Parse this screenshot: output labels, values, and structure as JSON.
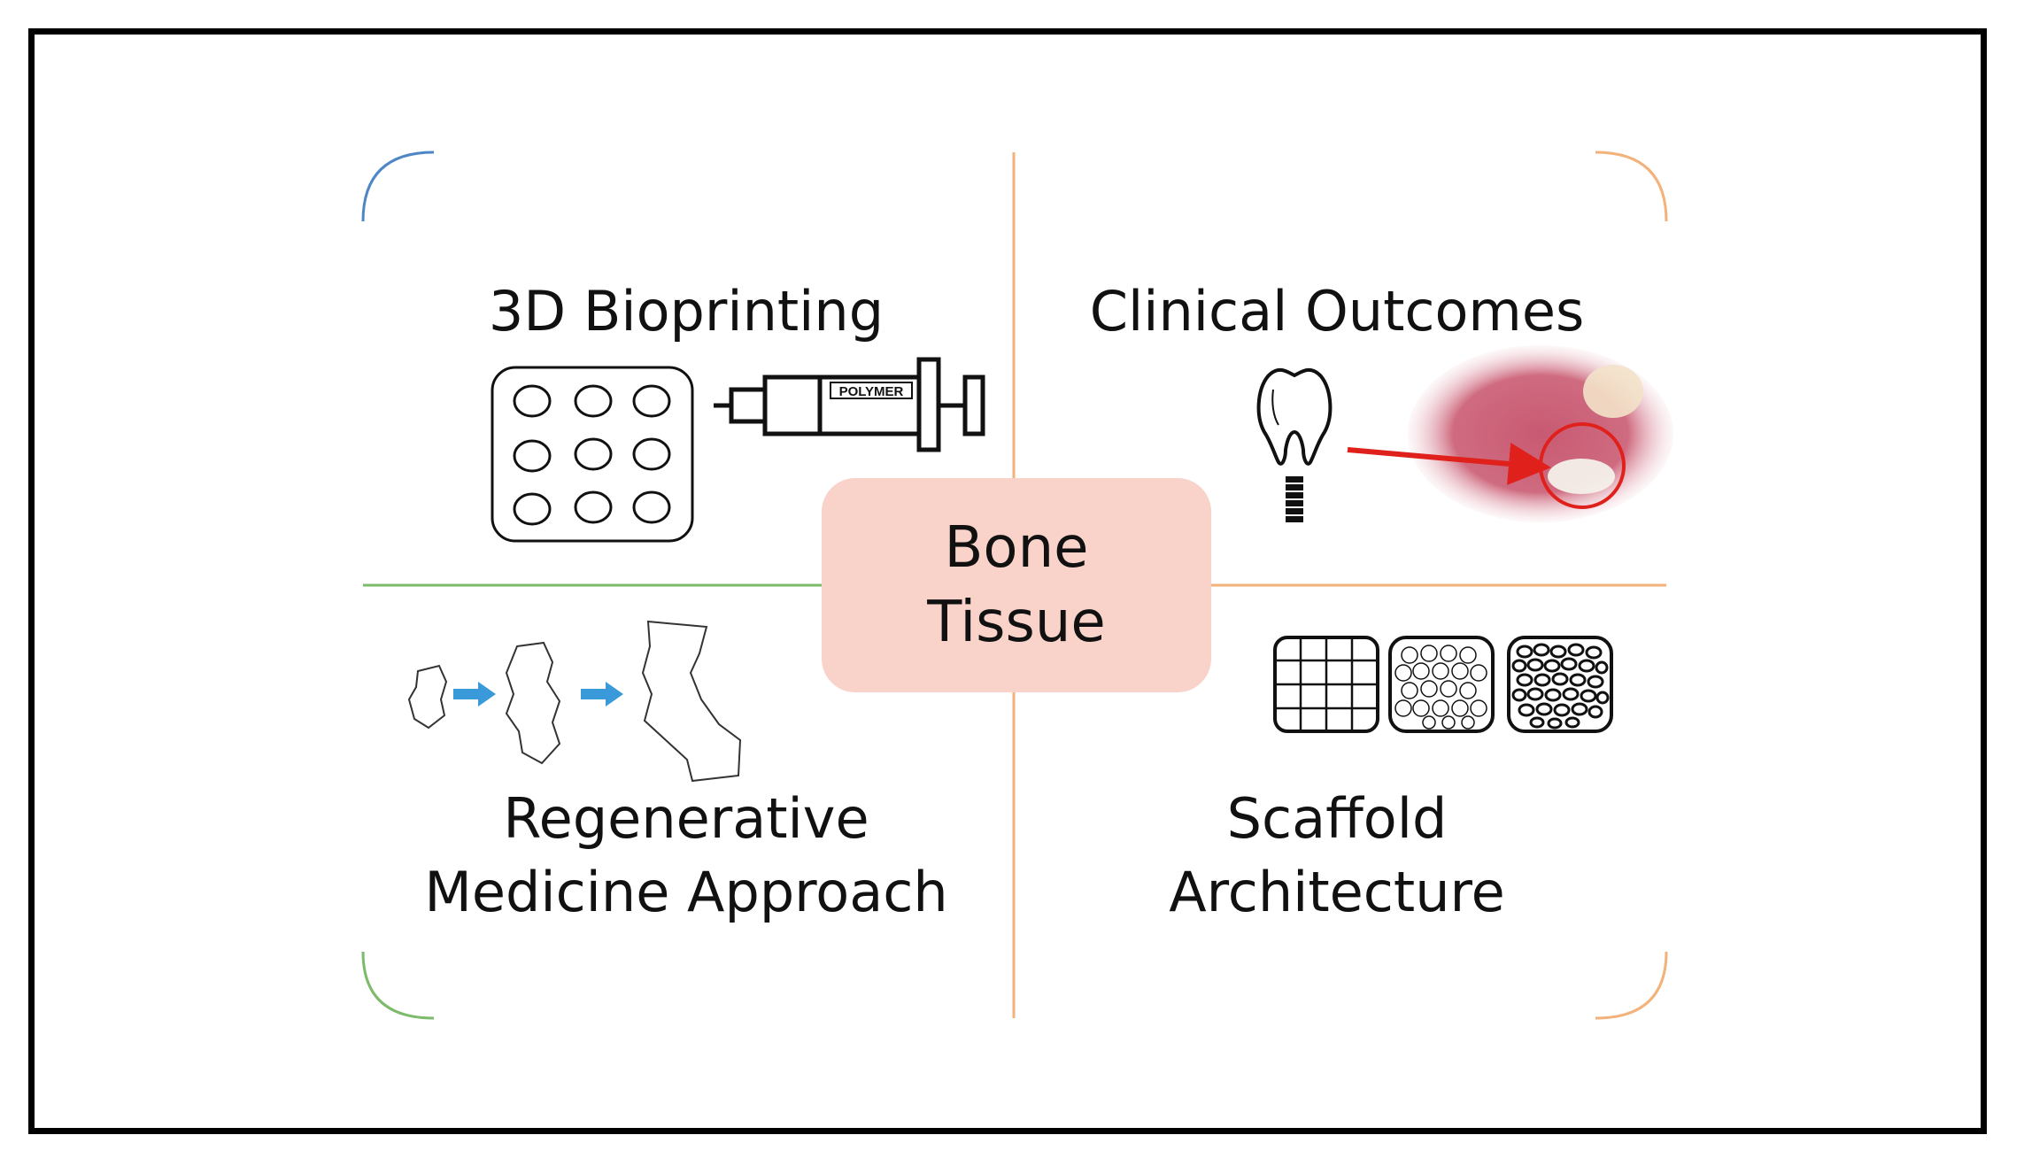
{
  "center": {
    "line1": "Bone",
    "line2": "Tissue"
  },
  "quadrants": {
    "top_left": {
      "title": "3D Bioprinting",
      "syringe_label": "POLYMER"
    },
    "top_right": {
      "title": "Clinical Outcomes"
    },
    "bottom_left": {
      "line1": "Regenerative",
      "line2": "Medicine Approach"
    },
    "bottom_right": {
      "line1": "Scaffold",
      "line2": "Architecture"
    }
  },
  "colors": {
    "center_fill": "#f9d3ca",
    "divider_top": "#f2b27a",
    "divider_left": "#7dbb6b",
    "corner_top_left": "#4f86c6",
    "arrow_blue": "#3a9ad9",
    "clinical_red": "#e0201b"
  },
  "icons": [
    "well-plate-icon",
    "syringe-icon",
    "tooth-implant-icon",
    "gum-photo",
    "bone-growth-icon",
    "scaffold-grid-icon",
    "scaffold-circles-icon",
    "scaffold-pores-icon"
  ]
}
